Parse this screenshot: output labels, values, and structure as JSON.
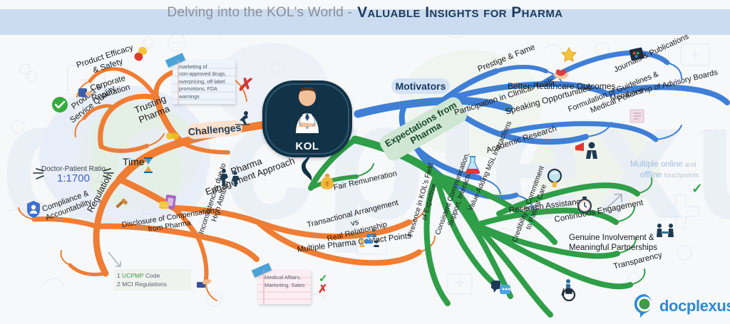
{
  "header": {
    "title_plain": "Delving into the KOL's World -",
    "title_accent": "Valuable Insights for Pharma"
  },
  "background": {
    "watermark_text": "docplexus",
    "page_bg": "#f7f8fa",
    "header_band": "#ccdcf0"
  },
  "center": {
    "label": "KOL",
    "node_color": "#123247"
  },
  "branches": {
    "challenges": {
      "label": "Challenges",
      "color": "#ef7d34",
      "badge_bg": "#fbe2cf",
      "nodes": [
        {
          "label": "Product Efficacy\n& Safety"
        },
        {
          "label": "Corporate\nReputation"
        },
        {
          "label": "Product &\nService Quality"
        },
        {
          "label": "Trusting\nPharma"
        },
        {
          "label": "Time"
        },
        {
          "label": "Regulation"
        },
        {
          "label": "Compliance &\nAccountability"
        },
        {
          "label": "Disclosure of Compensation\nfrom Pharma"
        },
        {
          "label": "Pharma\nEngagement Approach"
        },
        {
          "label": "Inconsistencies due to\nHigh Attrition"
        },
        {
          "label": "Transactional Arrangement\nvs\nReal Relationship"
        },
        {
          "label": "Multiple Pharma Contact Points"
        }
      ]
    },
    "motivators": {
      "label": "Motivators",
      "color": "#3f7fd6",
      "badge_bg": "#d4e2f6",
      "nodes": [
        {
          "label": "Prestige & Fame"
        },
        {
          "label": "Better Healthcare Outcomes"
        },
        {
          "label": "Journals & Publications"
        },
        {
          "label": "Membership of Advisory Boards"
        },
        {
          "label": "Speaking Opportunities"
        },
        {
          "label": "Formulation of Guidelines &\nMedical Policies"
        },
        {
          "label": "Participation in Clinical Trials"
        },
        {
          "label": "Academic Research"
        }
      ]
    },
    "expectations": {
      "label": "Expectations from\nPharma",
      "color": "#2f9e48",
      "badge_bg": "#cfe6d2",
      "nodes": [
        {
          "label": "Fair Remuneration"
        },
        {
          "label": "Presence in KOL's Field\nof Expertise"
        },
        {
          "label": "Consistent Communication,\nSupport, Interaction"
        },
        {
          "label": "Value-Adding MSL Interactions"
        },
        {
          "label": "Credibility & Commitment\nto Patient Care"
        },
        {
          "label": "Research Assistance"
        },
        {
          "label": "Continuous Engagement"
        },
        {
          "label": "Genuine Involvement &\nMeaningful Partnerships"
        },
        {
          "label": "Transparency"
        }
      ]
    }
  },
  "notes": {
    "non_approved": {
      "text": "marketing of\nnon-approved drugs,\noverpricing, off-label\npromotions, FDA\nwarnings",
      "mark": "✗"
    },
    "medical_affairs": {
      "text": "Medical Affairs,\nMarketing, Sales",
      "mark_ok": "✓",
      "mark_no": "✗"
    }
  },
  "callouts": {
    "ratio_label": "Doctor-Patient Ratio",
    "ratio_value": "1:1700",
    "ratio_value_color": "#3f61c4",
    "regulations": [
      {
        "num": "1",
        "name": "UCPMP",
        "rest": "Code"
      },
      {
        "num": "2",
        "name": "MCI",
        "rest": "Regulations"
      }
    ],
    "touchpoints_line1": "Multiple online",
    "touchpoints_line1_small": "and",
    "touchpoints_line2": "offline",
    "touchpoints_line2_small": "touchpoints",
    "touchpoints_mark": "✓"
  },
  "logo": {
    "word": "docplexus",
    "mark_color": "#3f9b4a",
    "word_color": "#2f8ad6"
  }
}
